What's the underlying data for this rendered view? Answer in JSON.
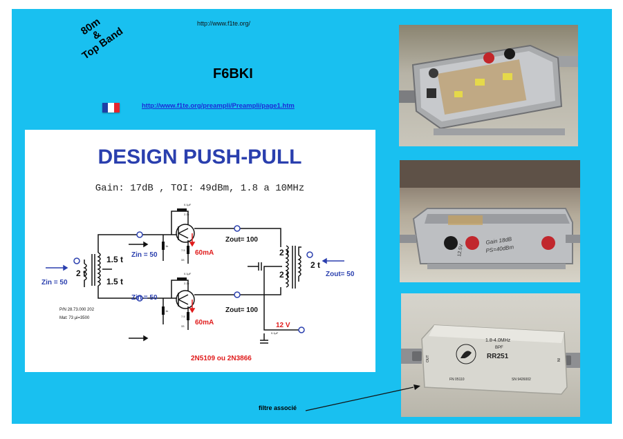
{
  "header": {
    "band_line1": "80m",
    "band_line2": "&",
    "band_line3": "Top Band",
    "site_url": "http://www.f1te.org/",
    "callsign": "F6BKI",
    "link_url": "http://www.f1te.org/preampli/Preampli/page1.htm"
  },
  "schematic": {
    "title": "DESIGN PUSH-PULL",
    "specs": "Gain: 17dB  , TOI: 49dBm, 1.8 a 10MHz",
    "zin_left": "Zin = 50",
    "zin_top": "Zin = 50",
    "zin_bottom": "Zin = 50",
    "zout_top": "Zout= 100",
    "zout_bottom": "Zout= 100",
    "zout_right": "Zout= 50",
    "turns_in_pri": "2 t",
    "turns_in_sec_top": "1.5 t",
    "turns_in_sec_bottom": "1.5 t",
    "turns_out_top": "2 t",
    "turns_out_bottom": "2 t",
    "turns_out_sec": "2 t",
    "current_top": "60mA",
    "current_bottom": "60mA",
    "supply": "12 V",
    "core_pn": "P/N 28.73.000 202",
    "core_mat": "Mat: 73 µi=3500",
    "transistors": "2N5109 ou 2N3866",
    "cap_label": "0.1µF",
    "res_2k2": "2.2k",
    "res_1k": "1k",
    "res_7_5": "7.5",
    "res_33": "33"
  },
  "photos": {
    "photo3_band": "1.8-4.0MHz",
    "photo3_type": "BPF",
    "photo3_model": "RR251",
    "photo3_fn": "FN 05110",
    "photo3_sn": "SN 9426002",
    "photo3_out": "OUT",
    "photo3_in": "IN",
    "photo2_note1": "Gain 18dB",
    "photo2_note2": "PS=40dBm",
    "photo2_note3": "12.5V"
  },
  "caption": "filtre associé",
  "colors": {
    "panel": "#19c0f0",
    "title_blue": "#2a3fae",
    "link_blue": "#1c2bd6",
    "red": "#e01b1b"
  }
}
